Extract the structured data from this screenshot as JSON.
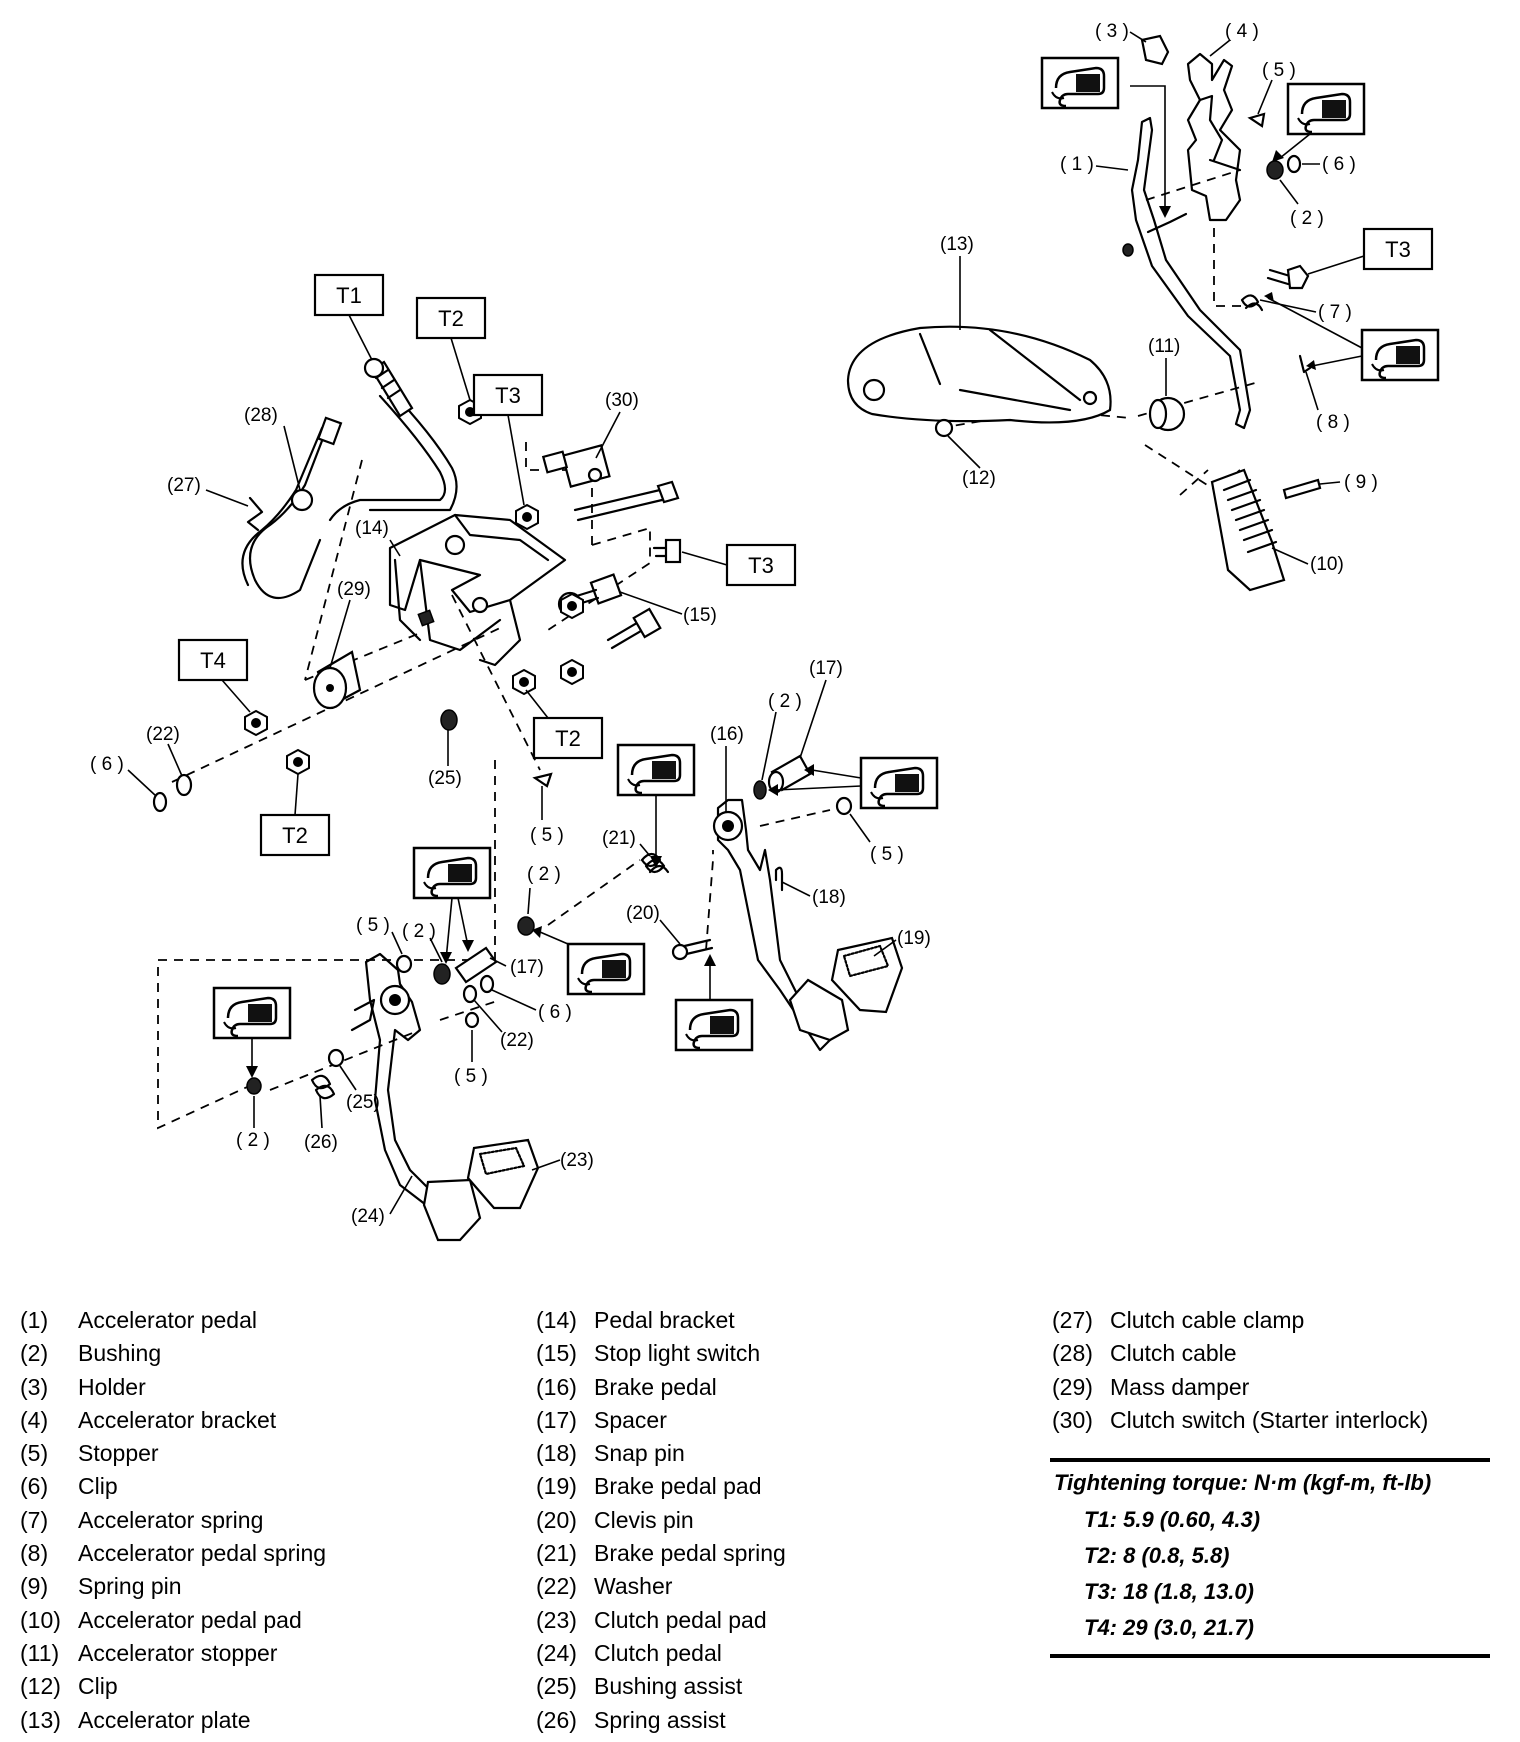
{
  "diagram": {
    "callouts": {
      "n1": "( 1 )",
      "n2": "( 2 )",
      "n3": "( 3 )",
      "n4": "( 4 )",
      "n5": "( 5 )",
      "n6": "( 6 )",
      "n7": "( 7 )",
      "n8": "( 8 )",
      "n9": "( 9 )",
      "n10": "(10)",
      "n11": "(11)",
      "n12": "(12)",
      "n13": "(13)",
      "n14": "(14)",
      "n15": "(15)",
      "n16": "(16)",
      "n17": "(17)",
      "n18": "(18)",
      "n19": "(19)",
      "n20": "(20)",
      "n21": "(21)",
      "n22": "(22)",
      "n23": "(23)",
      "n24": "(24)",
      "n25": "(25)",
      "n26": "(26)",
      "n27": "(27)",
      "n28": "(28)",
      "n29": "(29)",
      "n30": "(30)"
    },
    "torque_tags": {
      "t1": "T1",
      "t2": "T2",
      "t3": "T3",
      "t4": "T4"
    },
    "grease_symbol": "grease-icon"
  },
  "legend": {
    "col1": [
      {
        "num": "(1)",
        "name": "Accelerator pedal"
      },
      {
        "num": "(2)",
        "name": "Bushing"
      },
      {
        "num": "(3)",
        "name": "Holder"
      },
      {
        "num": "(4)",
        "name": "Accelerator bracket"
      },
      {
        "num": "(5)",
        "name": "Stopper"
      },
      {
        "num": "(6)",
        "name": "Clip"
      },
      {
        "num": "(7)",
        "name": "Accelerator spring"
      },
      {
        "num": "(8)",
        "name": "Accelerator pedal spring"
      },
      {
        "num": "(9)",
        "name": "Spring pin"
      },
      {
        "num": "(10)",
        "name": "Accelerator pedal pad"
      },
      {
        "num": "(11)",
        "name": "Accelerator stopper"
      },
      {
        "num": "(12)",
        "name": "Clip"
      },
      {
        "num": "(13)",
        "name": "Accelerator plate"
      }
    ],
    "col2": [
      {
        "num": "(14)",
        "name": "Pedal bracket"
      },
      {
        "num": "(15)",
        "name": "Stop light switch"
      },
      {
        "num": "(16)",
        "name": "Brake pedal"
      },
      {
        "num": "(17)",
        "name": "Spacer"
      },
      {
        "num": "(18)",
        "name": "Snap pin"
      },
      {
        "num": "(19)",
        "name": "Brake pedal pad"
      },
      {
        "num": "(20)",
        "name": "Clevis pin"
      },
      {
        "num": "(21)",
        "name": "Brake pedal spring"
      },
      {
        "num": "(22)",
        "name": "Washer"
      },
      {
        "num": "(23)",
        "name": "Clutch pedal pad"
      },
      {
        "num": "(24)",
        "name": "Clutch pedal"
      },
      {
        "num": "(25)",
        "name": "Bushing assist"
      },
      {
        "num": "(26)",
        "name": "Spring assist"
      }
    ],
    "col3": [
      {
        "num": "(27)",
        "name": "Clutch cable clamp"
      },
      {
        "num": "(28)",
        "name": "Clutch cable"
      },
      {
        "num": "(29)",
        "name": "Mass damper"
      },
      {
        "num": "(30)",
        "name": "Clutch switch (Starter interlock)"
      }
    ]
  },
  "torque": {
    "title": "Tightening torque: N·m (kgf-m, ft-lb)",
    "rows": [
      "T1: 5.9 (0.60, 4.3)",
      "T2: 8 (0.8, 5.8)",
      "T3: 18 (1.8, 13.0)",
      "T4: 29 (3.0, 21.7)"
    ]
  }
}
